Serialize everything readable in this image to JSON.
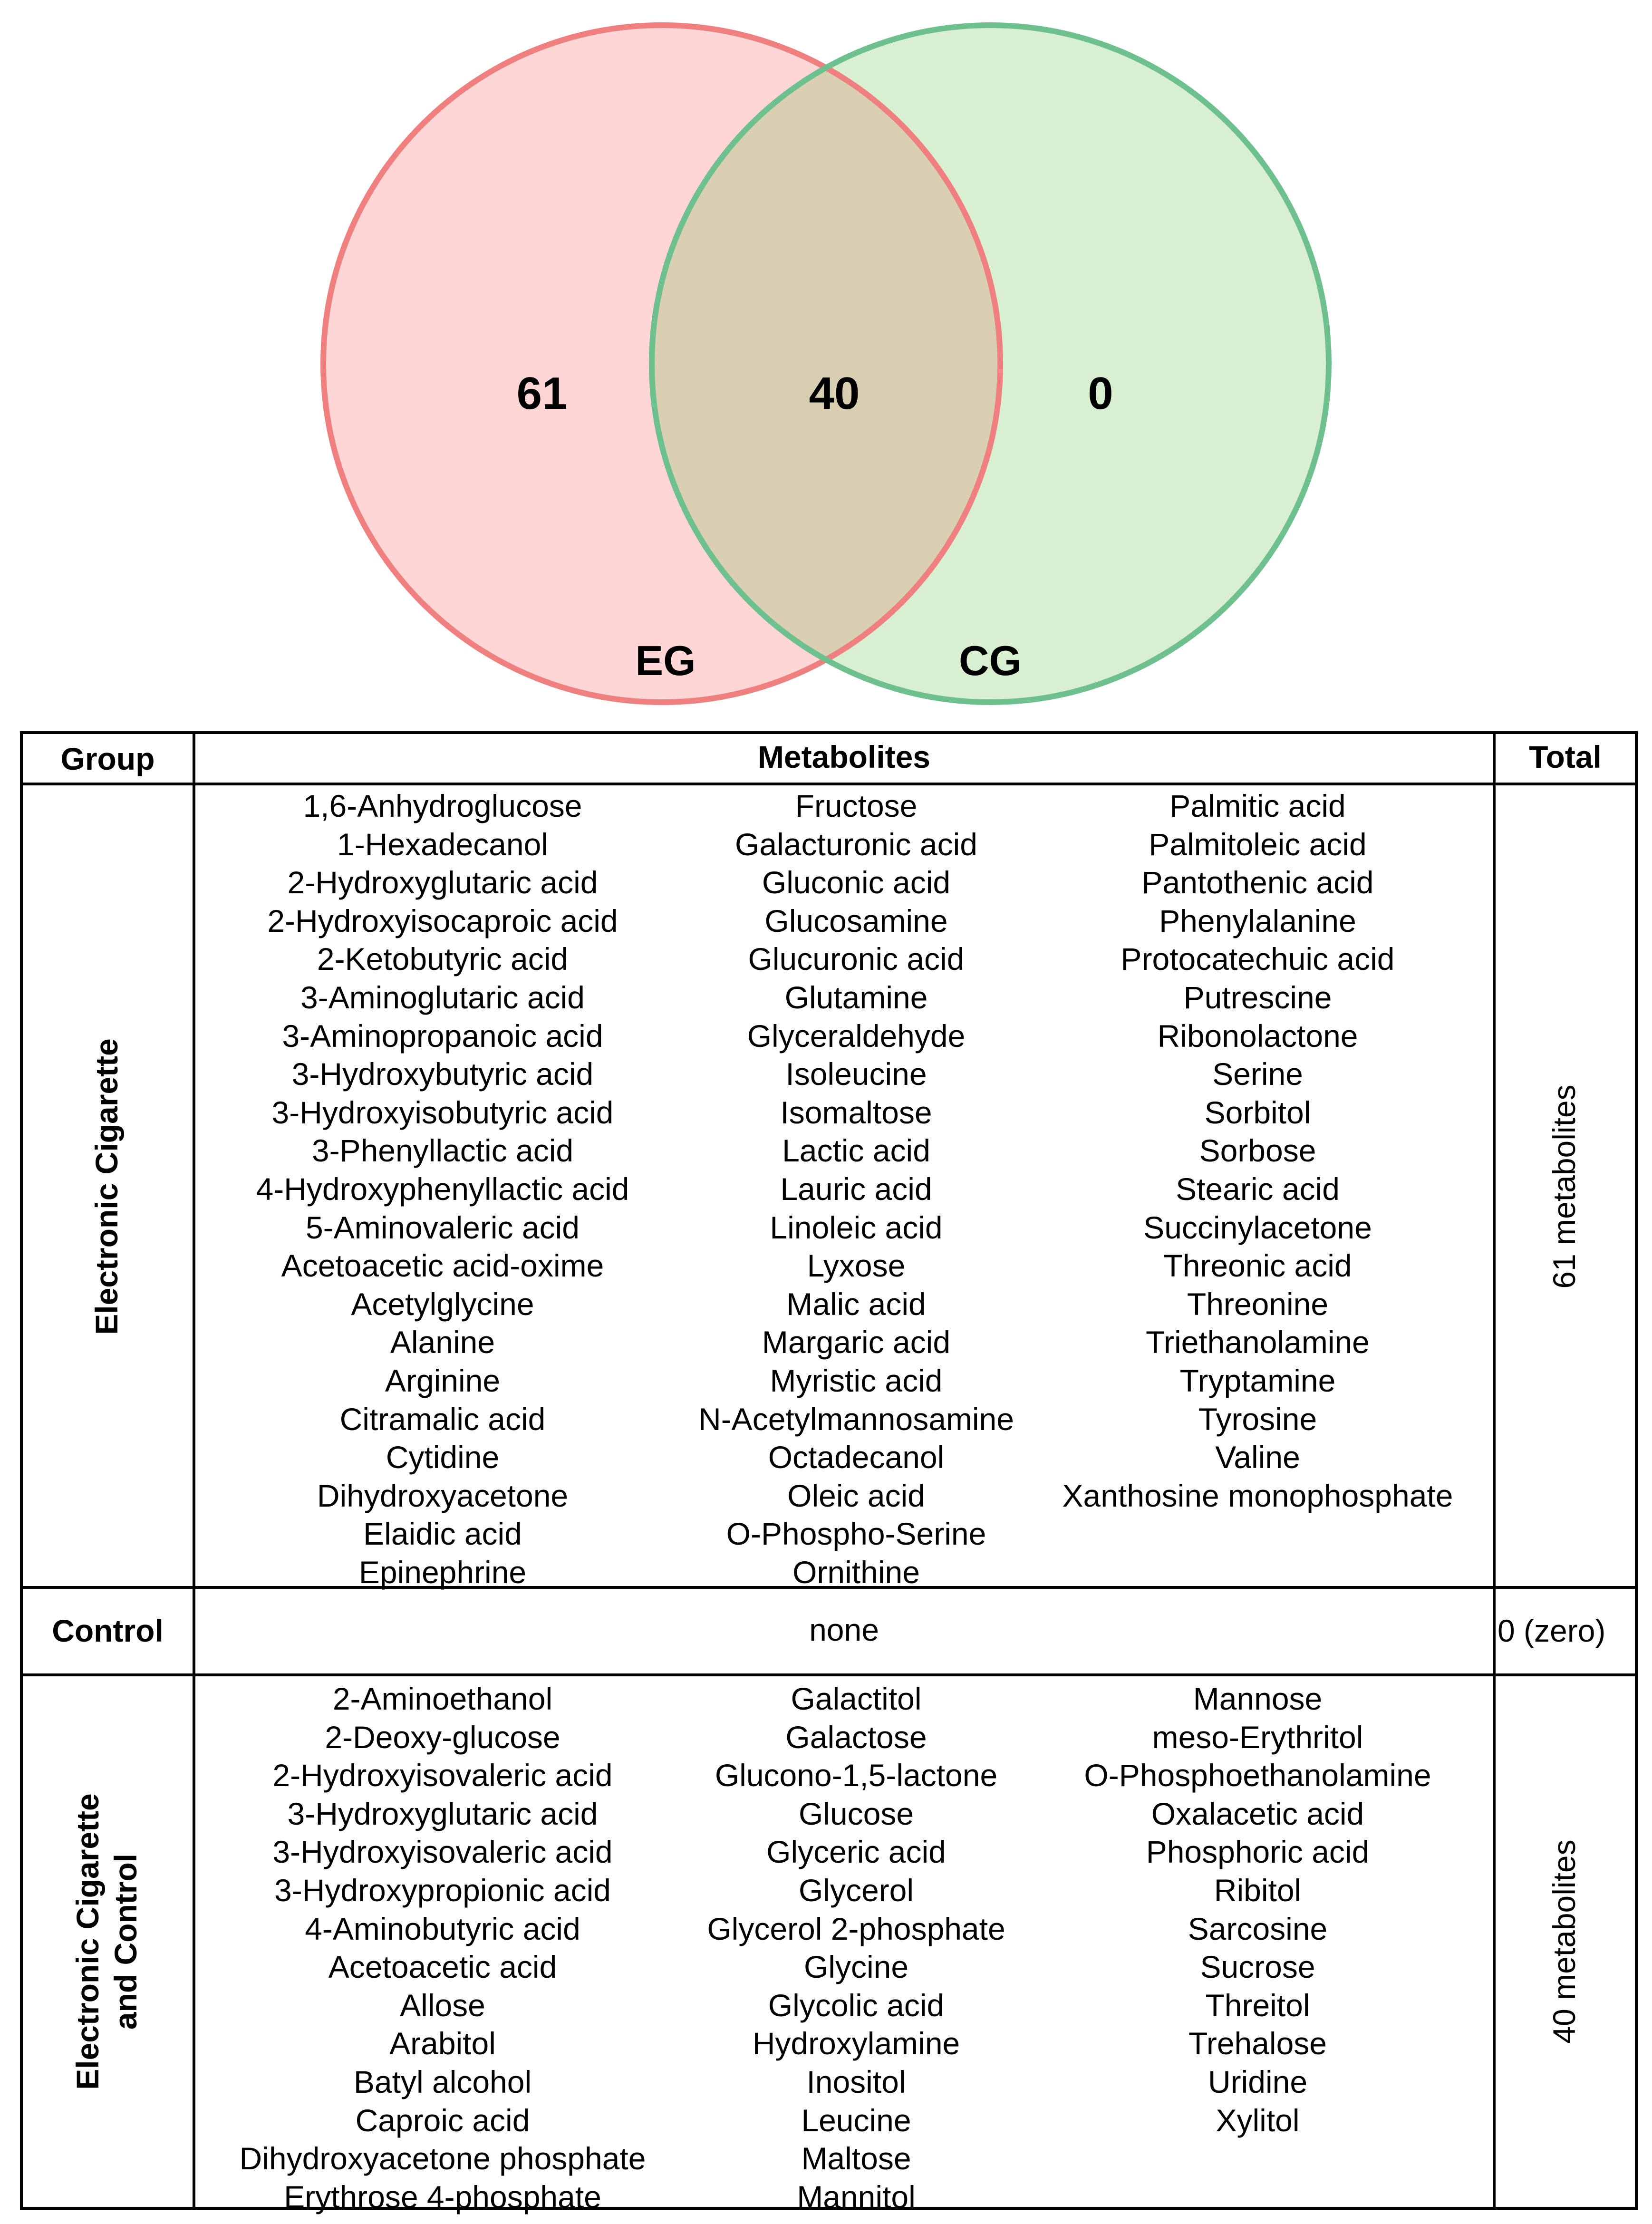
{
  "venn": {
    "sets": [
      {
        "label": "EG",
        "color": "#f08080",
        "fill": "#ffd6d6"
      },
      {
        "label": "CG",
        "color": "#6fc08f",
        "fill": "#d9efd1"
      }
    ],
    "intersection_fill": "#d9d0b4",
    "counts": {
      "only_eg": "61",
      "both": "40",
      "only_cg": "0"
    }
  },
  "table": {
    "headers": {
      "group": "Group",
      "metabolites": "Metabolites",
      "total": "Total"
    },
    "rows": [
      {
        "group": "Electronic Cigarette",
        "total": "61 metabolites",
        "columns": [
          [
            "1,6-Anhydroglucose",
            "1-Hexadecanol",
            "2-Hydroxyglutaric acid",
            "2-Hydroxyisocaproic acid",
            "2-Ketobutyric acid",
            "3-Aminoglutaric acid",
            "3-Aminopropanoic acid",
            "3-Hydroxybutyric acid",
            "3-Hydroxyisobutyric acid",
            "3-Phenyllactic acid",
            "4-Hydroxyphenyllactic acid",
            "5-Aminovaleric acid",
            "Acetoacetic acid-oxime",
            "Acetylglycine",
            "Alanine",
            "Arginine",
            "Citramalic acid",
            "Cytidine",
            "Dihydroxyacetone",
            "Elaidic acid",
            "Epinephrine"
          ],
          [
            "Fructose",
            "Galacturonic acid",
            "Gluconic acid",
            "Glucosamine",
            "Glucuronic acid",
            "Glutamine",
            "Glyceraldehyde",
            "Isoleucine",
            "Isomaltose",
            "Lactic acid",
            "Lauric acid",
            "Linoleic acid",
            "Lyxose",
            "Malic acid",
            "Margaric acid",
            "Myristic acid",
            "N-Acetylmannosamine",
            "Octadecanol",
            "Oleic acid",
            "O-Phospho-Serine",
            "Ornithine"
          ],
          [
            "Palmitic acid",
            "Palmitoleic acid",
            "Pantothenic acid",
            "Phenylalanine",
            "Protocatechuic acid",
            "Putrescine",
            "Ribonolactone",
            "Serine",
            "Sorbitol",
            "Sorbose",
            "Stearic acid",
            "Succinylacetone",
            "Threonic acid",
            "Threonine",
            "Triethanolamine",
            "Tryptamine",
            "Tyrosine",
            "Valine",
            "Xanthosine monophosphate"
          ]
        ]
      },
      {
        "group": "Control",
        "total": "0 (zero)",
        "text": "none"
      },
      {
        "group_line1": "Electronic Cigarette",
        "group_line2": "and Control",
        "total": "40 metabolites",
        "columns": [
          [
            "2-Aminoethanol",
            "2-Deoxy-glucose",
            "2-Hydroxyisovaleric acid",
            "3-Hydroxyglutaric acid",
            "3-Hydroxyisovaleric acid",
            "3-Hydroxypropionic acid",
            "4-Aminobutyric acid",
            "Acetoacetic acid",
            "Allose",
            "Arabitol",
            "Batyl alcohol",
            "Caproic acid",
            "Dihydroxyacetone phosphate",
            "Erythrose 4-phosphate"
          ],
          [
            "Galactitol",
            "Galactose",
            "Glucono-1,5-lactone",
            "Glucose",
            "Glyceric acid",
            "Glycerol",
            "Glycerol 2-phosphate",
            "Glycine",
            "Glycolic acid",
            "Hydroxylamine",
            "Inositol",
            "Leucine",
            "Maltose",
            "Mannitol"
          ],
          [
            "Mannose",
            "meso-Erythritol",
            "O-Phosphoethanolamine",
            "Oxalacetic acid",
            "Phosphoric acid",
            "Ribitol",
            "Sarcosine",
            "Sucrose",
            "Threitol",
            "Trehalose",
            "Uridine",
            "Xylitol"
          ]
        ]
      }
    ]
  }
}
